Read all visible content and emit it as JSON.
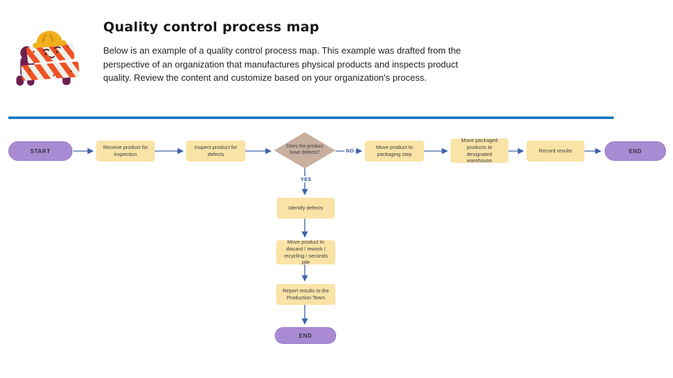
{
  "header": {
    "title": "Quality control process map",
    "description": "Below is an example of a quality control process map. This example was drafted from the perspective of an organization that manufactures physical products and inspects product quality. Review the content and customize based on your organization's process."
  },
  "icon": {
    "name": "construction-barrier-character-illustration",
    "colors": {
      "helmet": "#f2af1d",
      "stripe_orange": "#f05125",
      "stripe_light": "#ecf1ec",
      "body_purple": "#6d2050"
    }
  },
  "divider_color": "#1379bd",
  "flowchart": {
    "edge_color": "#3a61ac",
    "shape_colors": {
      "terminator": "#a98bd3",
      "process": "#fae3a6",
      "decision": "#c8af9e"
    },
    "nodes": {
      "start": "START",
      "receive": "Receive product for inspection",
      "inspect": "Inspect product for defects",
      "decision": "Does the product have defects?",
      "packaging": "Move product to packaging step",
      "warehouse": "Move packaged products to designated warehouse",
      "record": "Record results",
      "end_main": "END",
      "identify": "Identify defects",
      "discard": "Move product to discard / rework / recycling / seconds pile",
      "report": "Report results to the Production Team",
      "end_branch": "END"
    },
    "edge_labels": {
      "no": "NO",
      "yes": "YES"
    }
  }
}
